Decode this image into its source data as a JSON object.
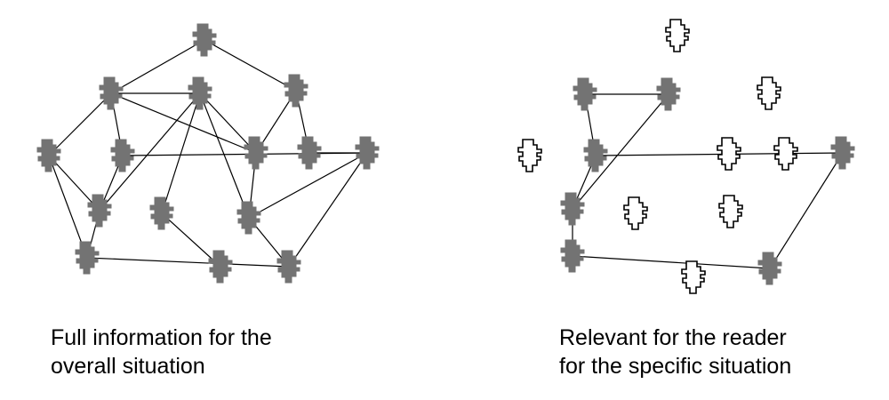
{
  "panels": {
    "left": {
      "caption_lines": [
        "Full information for the",
        "overall situation"
      ]
    },
    "right": {
      "caption_lines": [
        "Relevant for the reader",
        "for the specific situation"
      ]
    }
  },
  "colors": {
    "filled_piece": "#737373",
    "outline_piece": "#000000",
    "connector": "#000000",
    "background": "#ffffff"
  }
}
